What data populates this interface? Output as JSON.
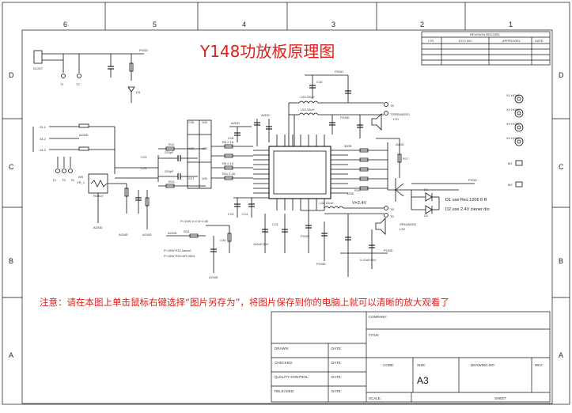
{
  "title": "Y148功放板原理图",
  "note": "注意：请在本图上单击鼠标右键选择“图片另存为”，将图片保存到你的电脑上就可以清晰的放大观看了",
  "columns": [
    "6",
    "5",
    "4",
    "3",
    "2",
    "1"
  ],
  "rows": [
    "D",
    "C",
    "B",
    "A"
  ],
  "revision": {
    "header": "REVISION RECORD",
    "cols": [
      "LTR",
      "ECO NO:",
      "APPROVED:",
      "DATE:"
    ]
  },
  "title_block": {
    "company": "COMPANY:",
    "title": "TITLE:",
    "drawn": "DRAWN:",
    "checked": "CHECKED:",
    "quality": "QUALITY CONTROL:",
    "released": "RELEASED:",
    "date": "DATE:",
    "code": "CODE:",
    "size": "SIZE:",
    "size_value": "A3",
    "drawing_no": "DRAWING NO:",
    "rev": "REV:",
    "scale": "SCALE:",
    "sheet": "SHEET"
  },
  "schematic": {
    "v_label": "V=2.4V",
    "d1_note": "D1 use Res 1206 0 R",
    "d2_note": "D2 use 2.4V ziener dio",
    "p_note1": "P=10W V=0.8~0.85",
    "p_note2": "P=15W R32 cancel",
    "p_note3": "P=15W R32=0R 0603",
    "speaker1": "SPEAKER1",
    "speaker2": "SPEAKER2",
    "pvdd": "PVDD",
    "avdd": "AVDD",
    "agnd": "AGND",
    "pgnd": "PGND",
    "holes": [
      "X1 HOLE",
      "X2 HOLE",
      "X3 HOLE",
      "X4 HOLE"
    ],
    "inputs": [
      "J3-1",
      "J3-2",
      "J3-3"
    ],
    "caps": [
      "C23",
      "C24",
      "C26",
      "C25",
      "C28",
      "C27",
      "C13",
      "C14",
      "C15",
      "C16",
      "C17",
      "C18"
    ],
    "resistors": [
      "R1",
      "R2",
      "R5",
      "R12",
      "R13",
      "R14",
      "R17",
      "R19",
      "R30"
    ],
    "inductors": [
      "L53 22uH",
      "L54 22uH",
      "L58 22uH"
    ],
    "dc_in": "DC/DT",
    "vr": "VR_1",
    "w5": "W5",
    "rdt": "RDS07"
  }
}
